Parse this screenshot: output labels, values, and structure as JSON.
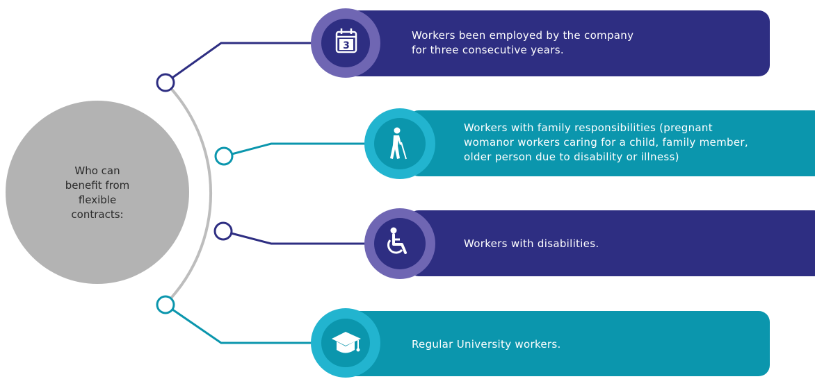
{
  "hub": {
    "label_lines": [
      "Who can",
      "benefit from",
      "flexible",
      "contracts:"
    ],
    "color": "#b3b3b3"
  },
  "colors": {
    "navy": "#2e2e82",
    "navy_ring": "#6f66b3",
    "teal": "#0b96ad",
    "teal_ring": "#22b4cf",
    "arc": "#bdbdbd"
  },
  "items": [
    {
      "id": "employed",
      "icon": "calendar-icon",
      "icon_text": "3",
      "theme": "navy",
      "text_lines": [
        "Workers been employed by the company",
        "for three consecutive years."
      ]
    },
    {
      "id": "family",
      "icon": "elderly-person-icon",
      "theme": "teal",
      "text_lines": [
        "Workers with family responsibilities (pregnant",
        "womanor workers caring for a child, family member,",
        "older person due to disability or illness)"
      ]
    },
    {
      "id": "disabilities",
      "icon": "wheelchair-icon",
      "theme": "navy",
      "text_lines": [
        "Workers with disabilities."
      ]
    },
    {
      "id": "university",
      "icon": "graduation-cap-icon",
      "theme": "teal",
      "text_lines": [
        "Regular University workers."
      ]
    }
  ]
}
